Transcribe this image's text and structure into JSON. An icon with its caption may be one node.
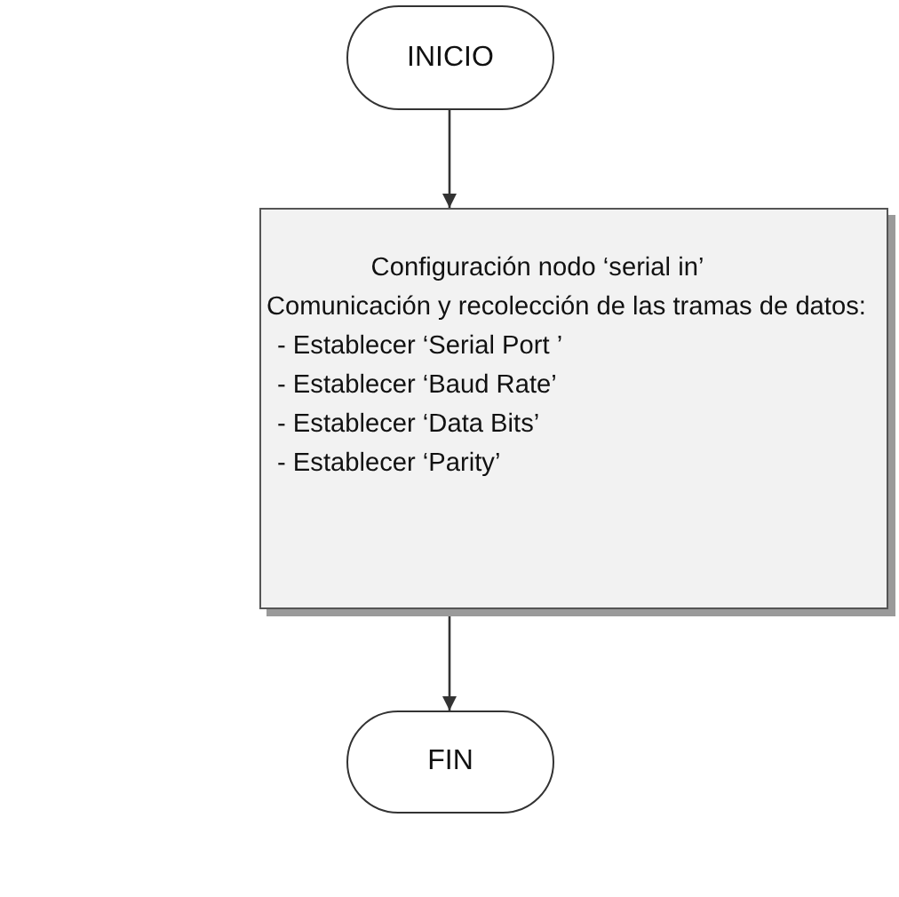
{
  "diagram": {
    "nodes": [
      {
        "text": [
          "INICIO"
        ]
      },
      {
        "text": [
          "Configuración nodo ‘serial in’",
          "Comunicación y recolección de las tramas de datos:",
          "- Establecer ‘Serial Port ’",
          "- Establecer ‘Baud Rate’",
          "- Establecer ‘Data Bits’",
          "- Establecer ‘Parity’"
        ]
      },
      {
        "text": [
          "FIN"
        ]
      }
    ],
    "edges": [
      {
        "from": 0,
        "to": 1,
        "arrow": "to"
      },
      {
        "from": 1,
        "to": 2,
        "arrow": "to"
      }
    ]
  }
}
